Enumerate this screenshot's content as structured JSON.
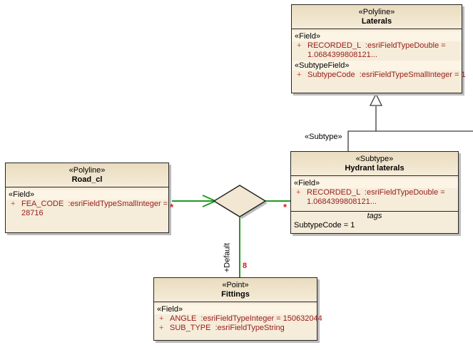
{
  "colors": {
    "connector_green": "#1f9b1f",
    "line_dark": "#3a3a3a",
    "multiplicity_red": "#e01515",
    "attr_text": "#97201c",
    "plus_red": "#cf4a38",
    "box_border": "#262626",
    "box_fill": "#f6ecda",
    "band_fill": "#fcf4e4",
    "title_grad_top": "#e9dcbf",
    "title_grad_bottom": "#f5ebd8",
    "shadow": "#bcbcbc"
  },
  "nodes": {
    "laterals": {
      "stereotype": "«Polyline»",
      "name": "Laterals",
      "field_header": "«Field»",
      "field_plus": "+",
      "field_line1": "RECORDED_L  :esriFieldTypeDouble =",
      "field_line2": "1.0684399808121...",
      "subtype_field_header": "«SubtypeField»",
      "subtype_field_plus": "+",
      "subtype_field_line": "SubtypeCode  :esriFieldTypeSmallInteger = 1"
    },
    "hydrant_laterals": {
      "stereotype": "«Subtype»",
      "name": "Hydrant laterals",
      "field_header": "«Field»",
      "field_plus": "+",
      "field_line1": "RECORDED_L  :esriFieldTypeDouble =",
      "field_line2": "1.0684399808121...",
      "tags_title": "tags",
      "tags_line": "SubtypeCode = 1"
    },
    "road_cl": {
      "stereotype": "«Polyline»",
      "name": "Road_cl",
      "field_header": "«Field»",
      "field_plus": "+",
      "field_line1": "FEA_CODE  :esriFieldTypeSmallInteger =",
      "field_line2": "28716"
    },
    "fittings": {
      "stereotype": "«Point»",
      "name": "Fittings",
      "field_header": "«Field»",
      "row1_plus": "+",
      "row1_text": "ANGLE  :esriFieldTypeInteger = 150632044",
      "row2_plus": "+",
      "row2_text": "SUB_TYPE  :esriFieldTypeString"
    }
  },
  "connectors": {
    "generalization_label": "«Subtype»",
    "association_role_label": "+Default",
    "association_role_multiplicity": "8",
    "road_cl_multiplicity": "*",
    "hydrant_multiplicity": "*"
  }
}
